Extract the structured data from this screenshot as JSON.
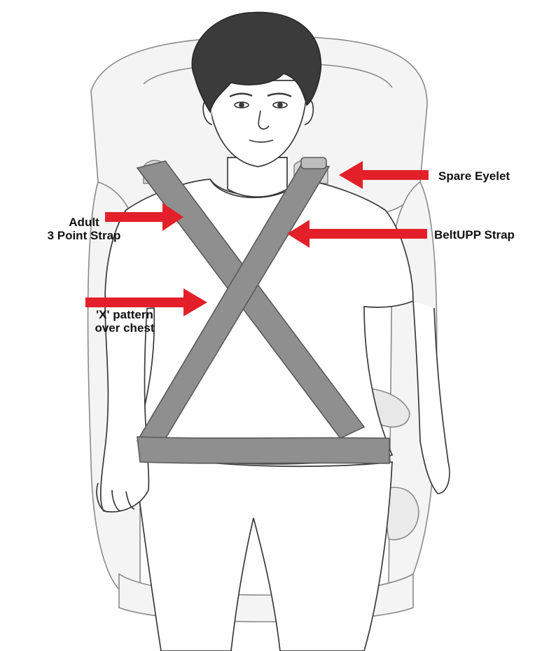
{
  "labels": {
    "adult_strap": [
      "Adult",
      "3 Point Strap"
    ],
    "x_pattern": [
      "'X' pattern",
      "over chest"
    ],
    "spare_eyelet": "Spare Eyelet",
    "beltupp_strap": "BeltUPP Strap"
  },
  "colors": {
    "arrow": "#e3202a",
    "strap": "#8f8f8f",
    "strap_edge": "#5a5a5a",
    "line_art": "#3a3a3a",
    "hair": "#3b3b3b",
    "seat": "#f4f4f4"
  }
}
